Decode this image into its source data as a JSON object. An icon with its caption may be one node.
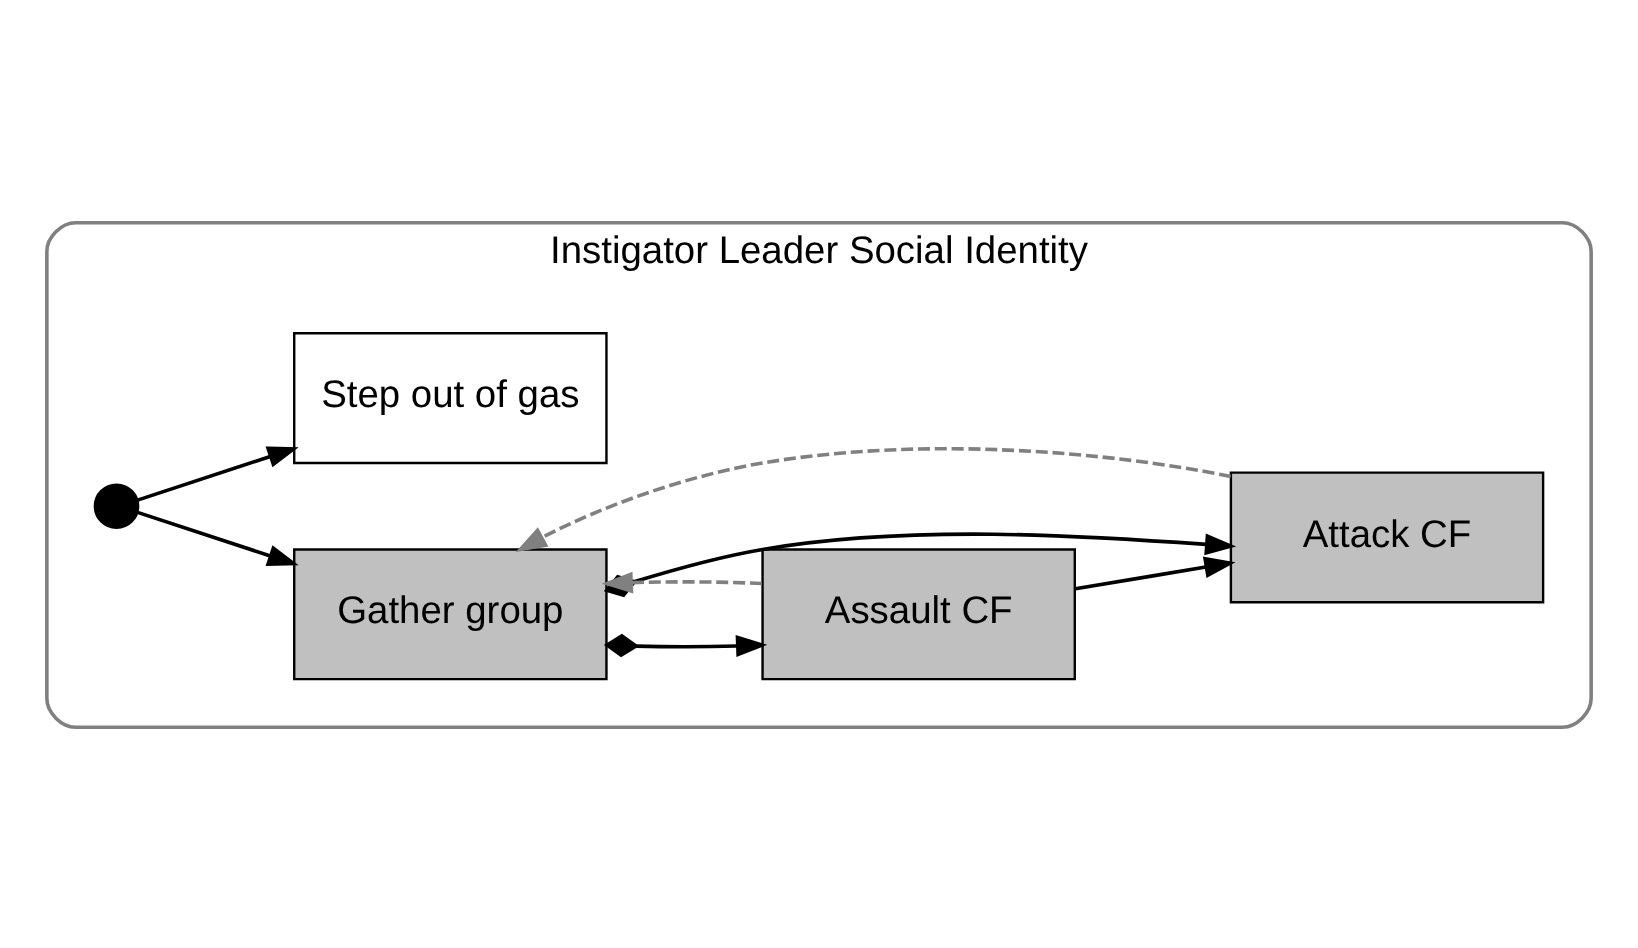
{
  "diagram": {
    "nodes": [
      {
        "text": [
          "Instigator Leader Social Identity"
        ]
      },
      {
        "text": [],
        "shape": "circle",
        "in": 0
      },
      {
        "text": [
          "Gather group"
        ],
        "in": 0
      },
      {
        "text": [
          "Assault CF"
        ],
        "in": 0
      },
      {
        "text": [
          "Attack CF"
        ],
        "in": 0
      },
      {
        "text": [
          "Step out of gas"
        ],
        "in": 0
      }
    ],
    "edges": [
      {
        "from": 1,
        "to": 2,
        "arrow": "to"
      },
      {
        "from": 1,
        "to": 5,
        "arrow": "to"
      },
      {
        "from": 2,
        "to": 3,
        "arrow": "to"
      },
      {
        "from": 2,
        "to": 4,
        "arrow": "to"
      },
      {
        "from": 3,
        "to": 4,
        "arrow": "to"
      },
      {
        "from": 3,
        "to": 2,
        "arrow": "to",
        "style": "dashed",
        "color": "#808080"
      },
      {
        "from": 4,
        "to": 2,
        "arrow": "to",
        "style": "dashed",
        "color": "#808080"
      }
    ]
  }
}
